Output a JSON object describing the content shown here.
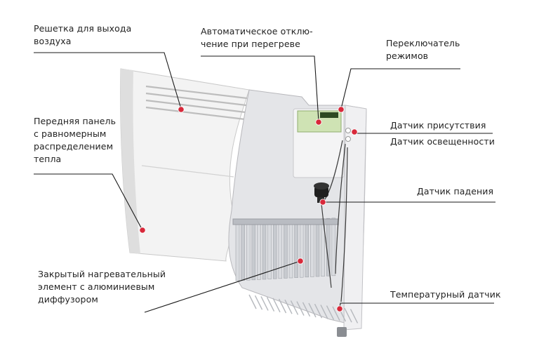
{
  "colors": {
    "marker": "#d8283a",
    "leader": "#1a1a1a",
    "panel": "#f2f2f2",
    "housing": "#e9eaec",
    "text": "#222222"
  },
  "labels": {
    "air_grille": [
      "Решетка для выхода",
      "воздуха"
    ],
    "front_panel": [
      "Передняя панель",
      "с равномерным",
      "распределением",
      "тепла"
    ],
    "heating_element": [
      "Закрытый нагревательный",
      "элемент с алюминиевым",
      "диффузором"
    ],
    "overheat_cutoff": [
      "Автоматическое отклю-",
      "чение при перегреве"
    ],
    "mode_switch": [
      "Переключатель",
      "режимов"
    ],
    "presence_sensor": "Датчик присутствия",
    "light_sensor": "Датчик освещенности",
    "fall_sensor": "Датчик падения",
    "temperature_sensor": "Температурный датчик"
  }
}
